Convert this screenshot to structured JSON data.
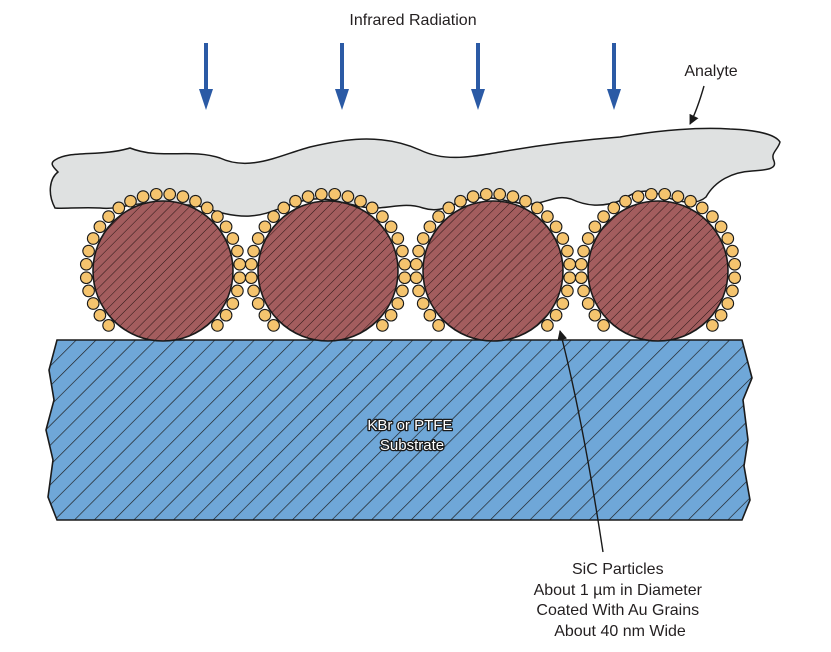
{
  "labels": {
    "radiation": "Infrared Radiation",
    "analyte": "Analyte",
    "substrate": [
      "KBr or PTFE",
      "Substrate"
    ],
    "particles": [
      "SiC Particles",
      "About 1 µm in Diameter",
      "Coated With Au Grains",
      "About 40 nm Wide"
    ]
  },
  "colors": {
    "arrow": "#2b5aa5",
    "analyte": "#dfe1e1",
    "substrate": "#6fa7d8",
    "particle": "#a35d5e",
    "grain": "#f5c46e",
    "outline": "#1a1a1a"
  },
  "counts": {
    "arrows": 4,
    "particles": 4
  }
}
